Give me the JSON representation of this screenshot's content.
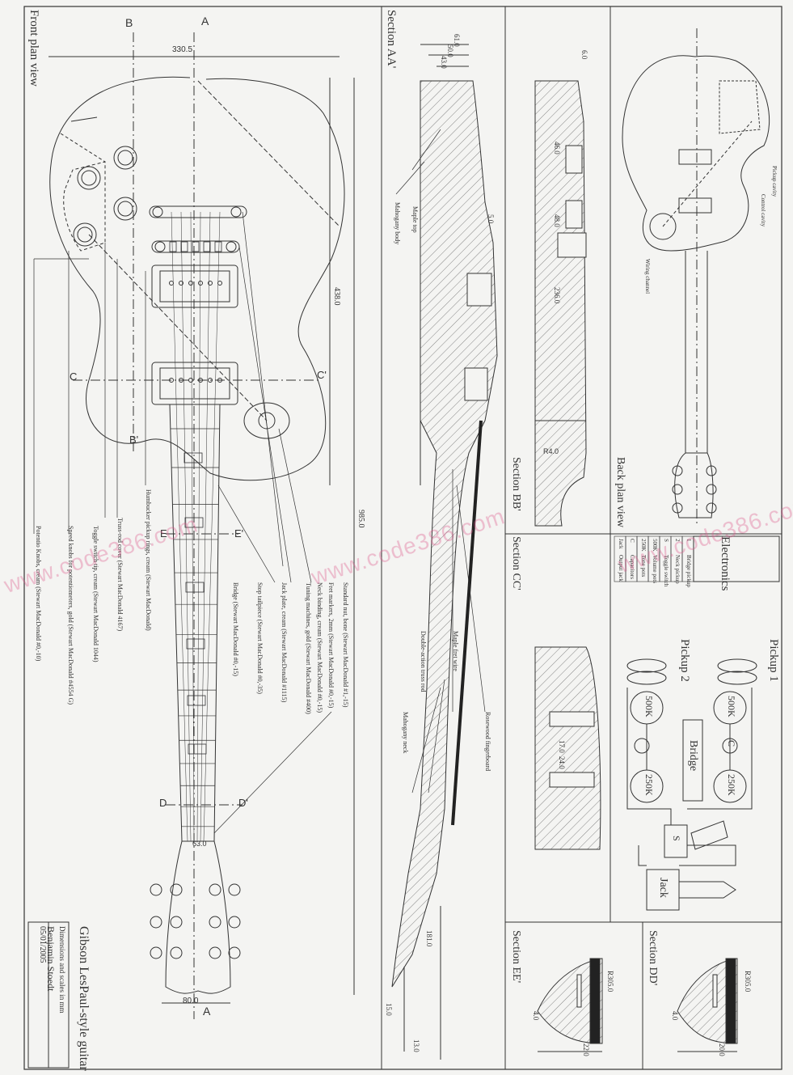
{
  "title_block": {
    "title": "Gibson LesPaul-style guitar",
    "units": "Dimensions and scales in mm",
    "author": "Benjamin Stoedt",
    "date": "05/01/2005"
  },
  "views": {
    "front": "Front plan view",
    "section_aa": "Section AA'",
    "section_bb": "Section BB'",
    "section_cc": "Section CC'",
    "back": "Back plan view",
    "electronics": "Electronics",
    "section_ee": "Section EE'",
    "section_dd": "Section DD'"
  },
  "section_markers": [
    "A",
    "B",
    "C",
    "C'",
    "B'",
    "E",
    "E'",
    "D",
    "D'",
    "A"
  ],
  "dimensions": {
    "body_width": "330.5",
    "body_length": "438.0",
    "total_length": "985.0",
    "headstock_width": "80.0",
    "nut_angle": "63.0",
    "aa_top1": "61.0",
    "aa_top2": "50.0",
    "aa_top3": "43.0",
    "aa_6": "6.0",
    "bb_46": "46.0",
    "bb_48": "48.0",
    "bb_236": "236.0",
    "bb_r40": "R4.0",
    "aa_r19": "5.0",
    "cc_17": "17.0",
    "cc_24": "24.0",
    "aa_181": "181.0",
    "aa_15": "15.0",
    "aa_13": "13.0",
    "ee_4": "4.0",
    "ee_22": "22.0",
    "ee_r": "R305.0",
    "dd_20": "20.0",
    "dd_r": "R305.0",
    "dd_4": "4.0"
  },
  "front_callouts": [
    "Potentio Knobs, cream (Stewart MacDonald #0,-10)",
    "Speed knobs for potentiometers, gold (Stewart MacDonald #4554 G)",
    "Toggle switch tip, cream (Stewart MacDonald 1044)",
    "Truss-rod cover (Stewart MacDonald 4167)",
    "Humbucker pickup rings, cream (Stewart MacDonald)",
    "Bridge (Stewart MacDonald #0,-15)",
    "Stop tailpiece (Stewart MacDonald #0,-35)",
    "Jack plate, cream (Stewart MacDonald #1115)",
    "Tuning machines, gold (Stewart MacDonald #400)",
    "Neck binding, cream (Stewart MacDonald #0,-15)",
    "Fret markers, 2mm (Stewart MacDonald #0,-15)",
    "Standard nut, bone (Stewart MacDonald #1,-15)"
  ],
  "section_callouts": {
    "aa": [
      "Mahogany body",
      "Maple top",
      "Mahogany neck",
      "Rosewood fingerboard",
      "Double-action truss rod",
      "Maple fret wire"
    ],
    "back": [
      "Pickup cavity",
      "Control cavity",
      "Wiring channel"
    ]
  },
  "electronics": {
    "table_header": "Electronics",
    "table_rows": [
      [
        "1",
        "Bridge pickup"
      ],
      [
        "2",
        "Neck pickup"
      ],
      [
        "S",
        "Toggle switch"
      ],
      [
        "500K",
        "Volume pots"
      ],
      [
        "250K",
        "Tone pots"
      ],
      [
        "C",
        "Capacitors"
      ],
      [
        "Jack",
        "Output jack"
      ]
    ],
    "labels": {
      "pickup1": "Pickup 1",
      "pickup2": "Pickup 2",
      "bridge": "Bridge",
      "jack": "Jack",
      "switch": "S",
      "pot_vol1": "500K",
      "pot_vol2": "500K",
      "pot_tone1": "250K",
      "pot_tone2": "250K",
      "cap": "C"
    }
  },
  "watermark": "www.code386.com",
  "colors": {
    "line": "#333333",
    "paper": "#f4f4f2",
    "watermark": "#dc5a8c"
  }
}
